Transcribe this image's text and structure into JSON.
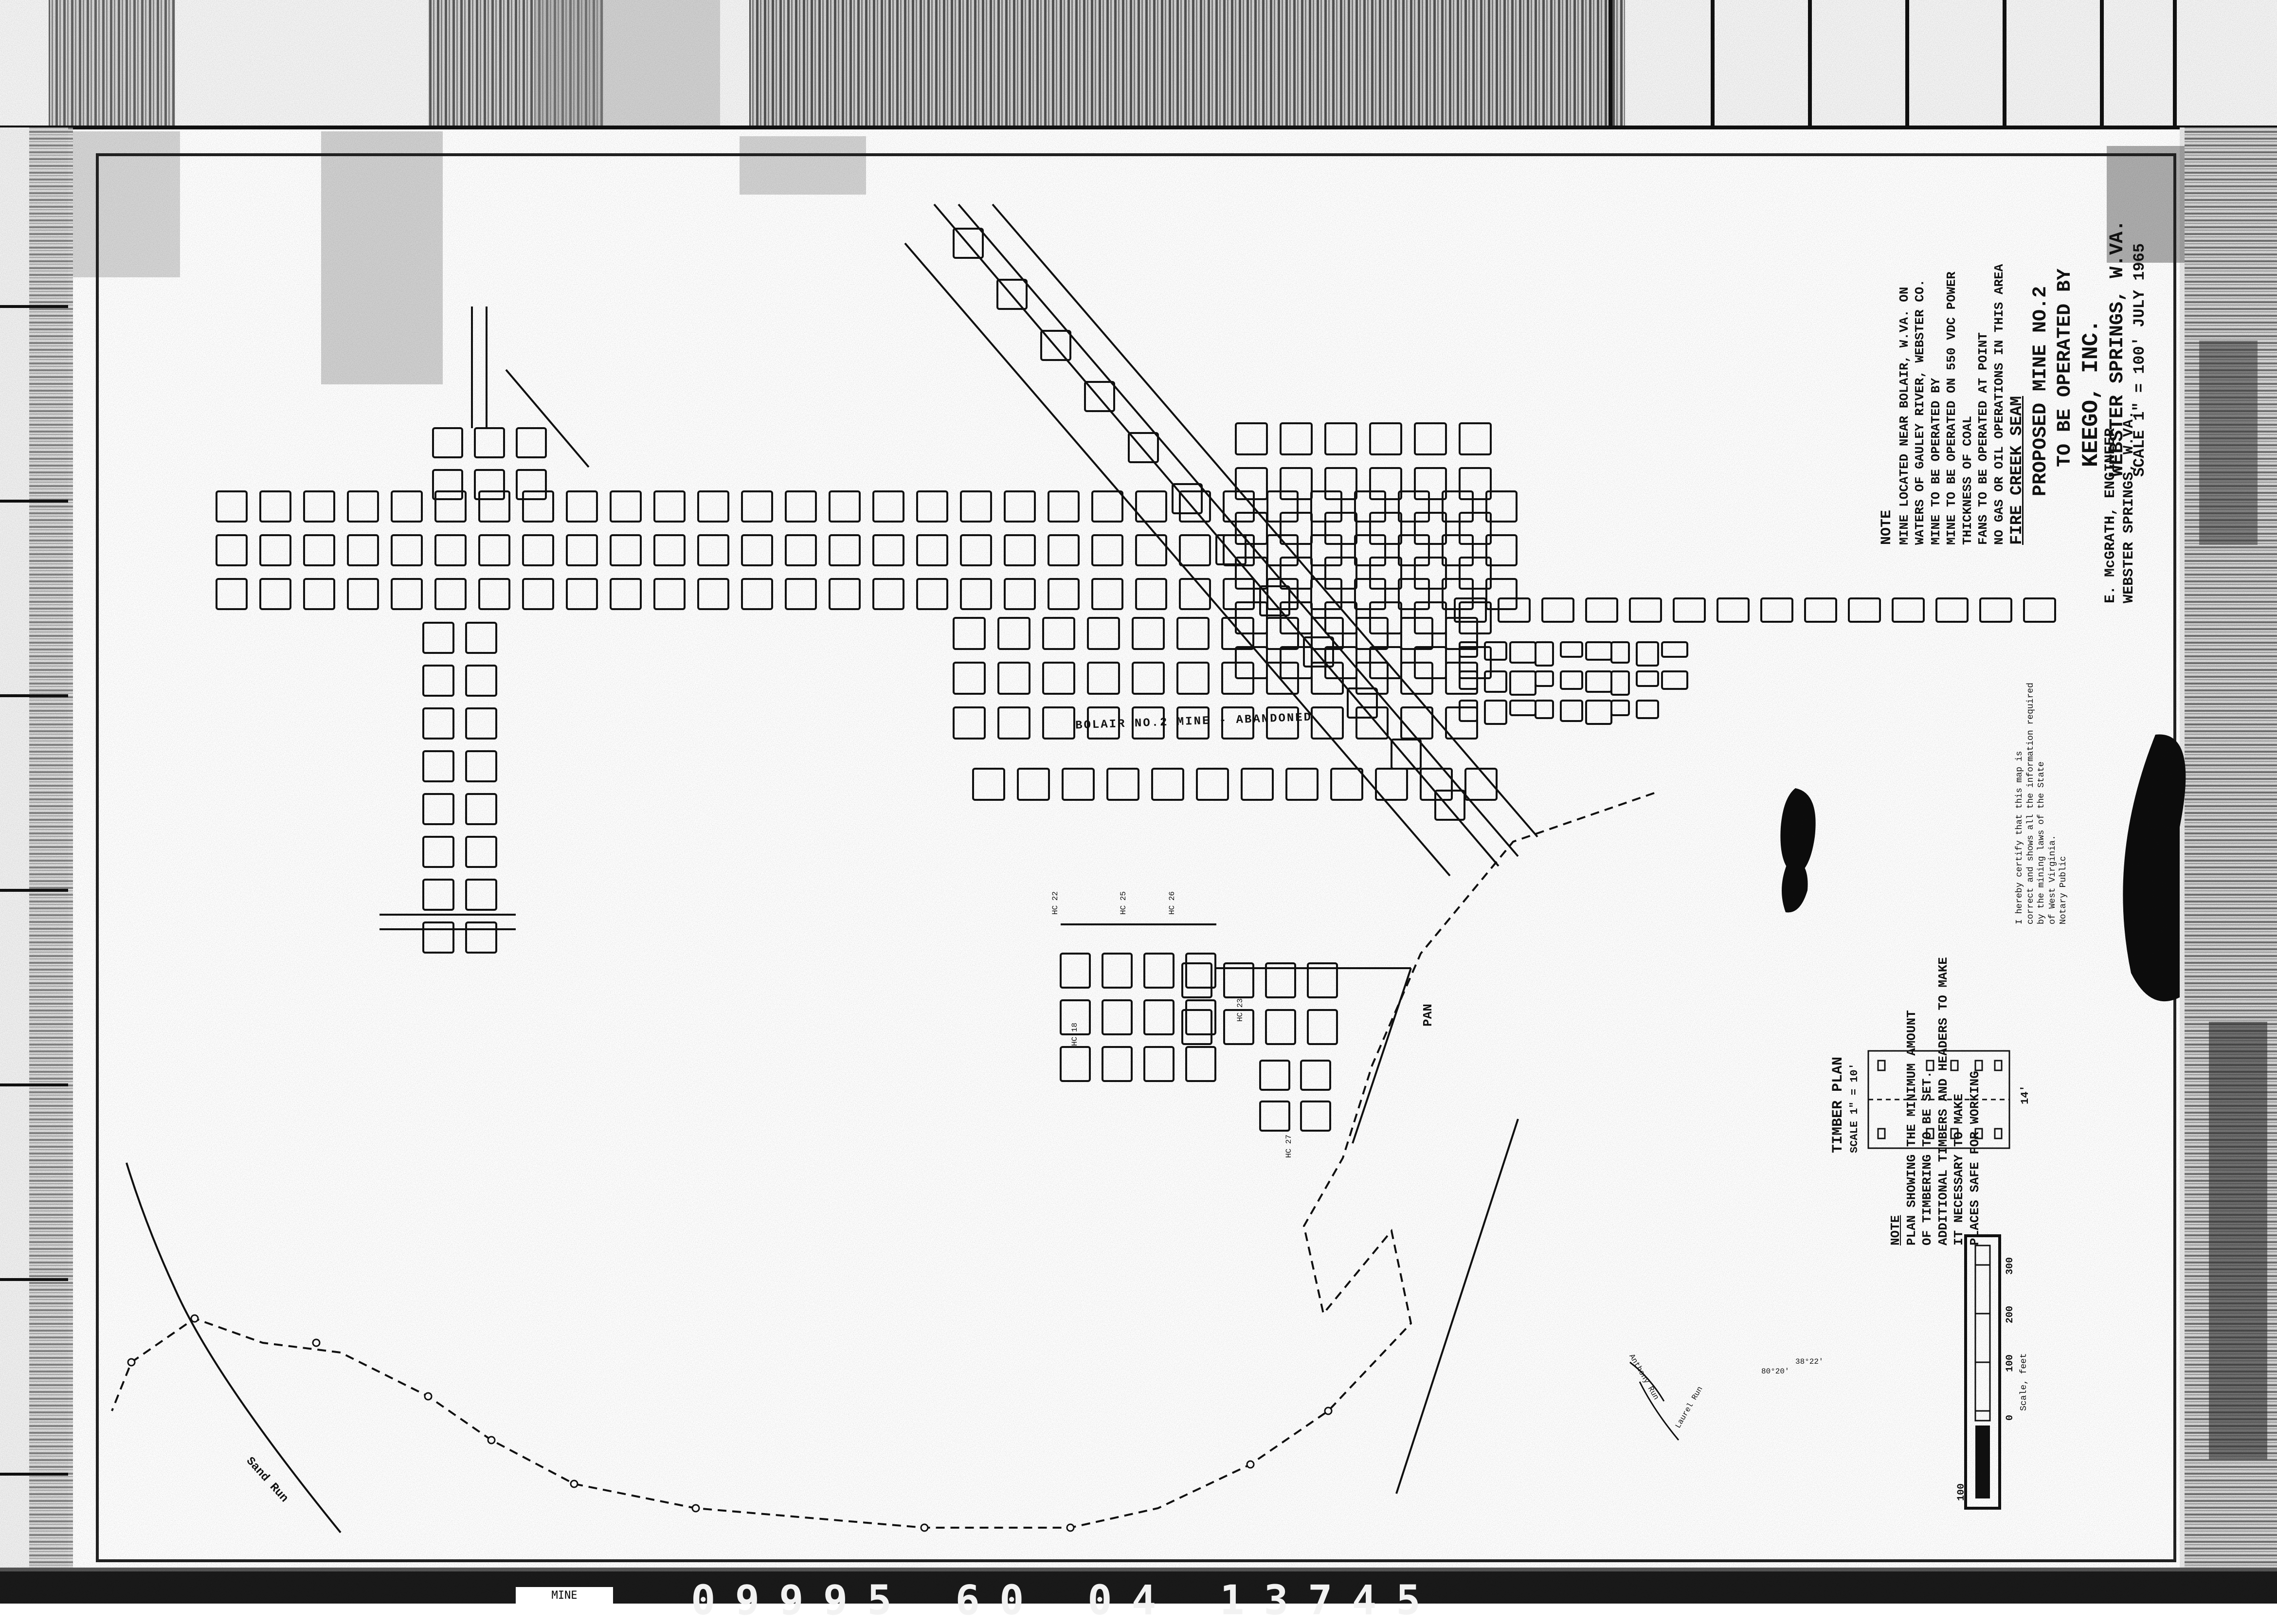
{
  "title_block": {
    "line1": "PROPOSED MINE NO.2",
    "line2": "TO BE OPERATED BY",
    "line3": "KEEGO, INC.",
    "line4": "WEBSTER SPRINGS, W.VA.",
    "line5": "SCALE 1\" = 100'  JULY 1965"
  },
  "engineer": {
    "line1": "E. McGRATH, ENGINEER",
    "line2": "WEBSTER SPRINGS, W.VA."
  },
  "note": {
    "heading": "NOTE",
    "line1": "MINE LOCATED NEAR BOLAIR, W.VA. ON",
    "line2": "WATERS OF GAULEY RIVER, WEBSTER CO.",
    "line3": "MINE TO BE OPERATED BY",
    "line4": "MINE TO BE OPERATED ON 550 VDC POWER",
    "line5": "THICKNESS OF COAL",
    "line6": "FANS TO BE OPERATED AT POINT",
    "line7": "NO GAS OR OIL OPERATIONS IN THIS AREA",
    "seam": "FIRE CREEK SEAM"
  },
  "certification": {
    "line1": "I hereby certify that this map is",
    "line2": "correct and shows all the information required",
    "line3": "by the mining laws of the State",
    "line4": "of West Virginia.",
    "line5": "Notary Public"
  },
  "timber_plan": {
    "title": "TIMBER PLAN",
    "scale": "SCALE 1\" = 10'",
    "dim": "14'"
  },
  "timber_note": {
    "heading": "NOTE",
    "line1": "PLAN SHOWING THE MINIMUM AMOUNT",
    "line2": "OF TIMBERING TO BE SET.",
    "line3": "ADDITIONAL TIMBERS AND HEADERS TO MAKE",
    "line4": "IT NECESSARY TO MAKE",
    "line5": "PLACES SAFE FOR WORKING"
  },
  "scale_bar": {
    "ticks": [
      "100",
      "0",
      "100",
      "200",
      "300"
    ],
    "label": "Scale, feet"
  },
  "map_labels": {
    "old_works": "BOLAIR NO.2 MINE - ABANDONED",
    "pan": "PAN",
    "road": "Sand Run",
    "station1": "HC 22",
    "station2": "HC 25",
    "station3": "HC 26",
    "station4": "HC 18",
    "station5": "HC 23",
    "station6": "HC 27",
    "coord": "38°22'",
    "lat": "80°20'",
    "brook": "Anthony Run",
    "brook2": "Laurel Run"
  },
  "footer": {
    "film_id": "09995  60 04  13745",
    "tag": "MINE"
  },
  "colors": {
    "ink": "#111111",
    "paper": "#ffffff",
    "scan_noise": "#3a3a3a"
  }
}
